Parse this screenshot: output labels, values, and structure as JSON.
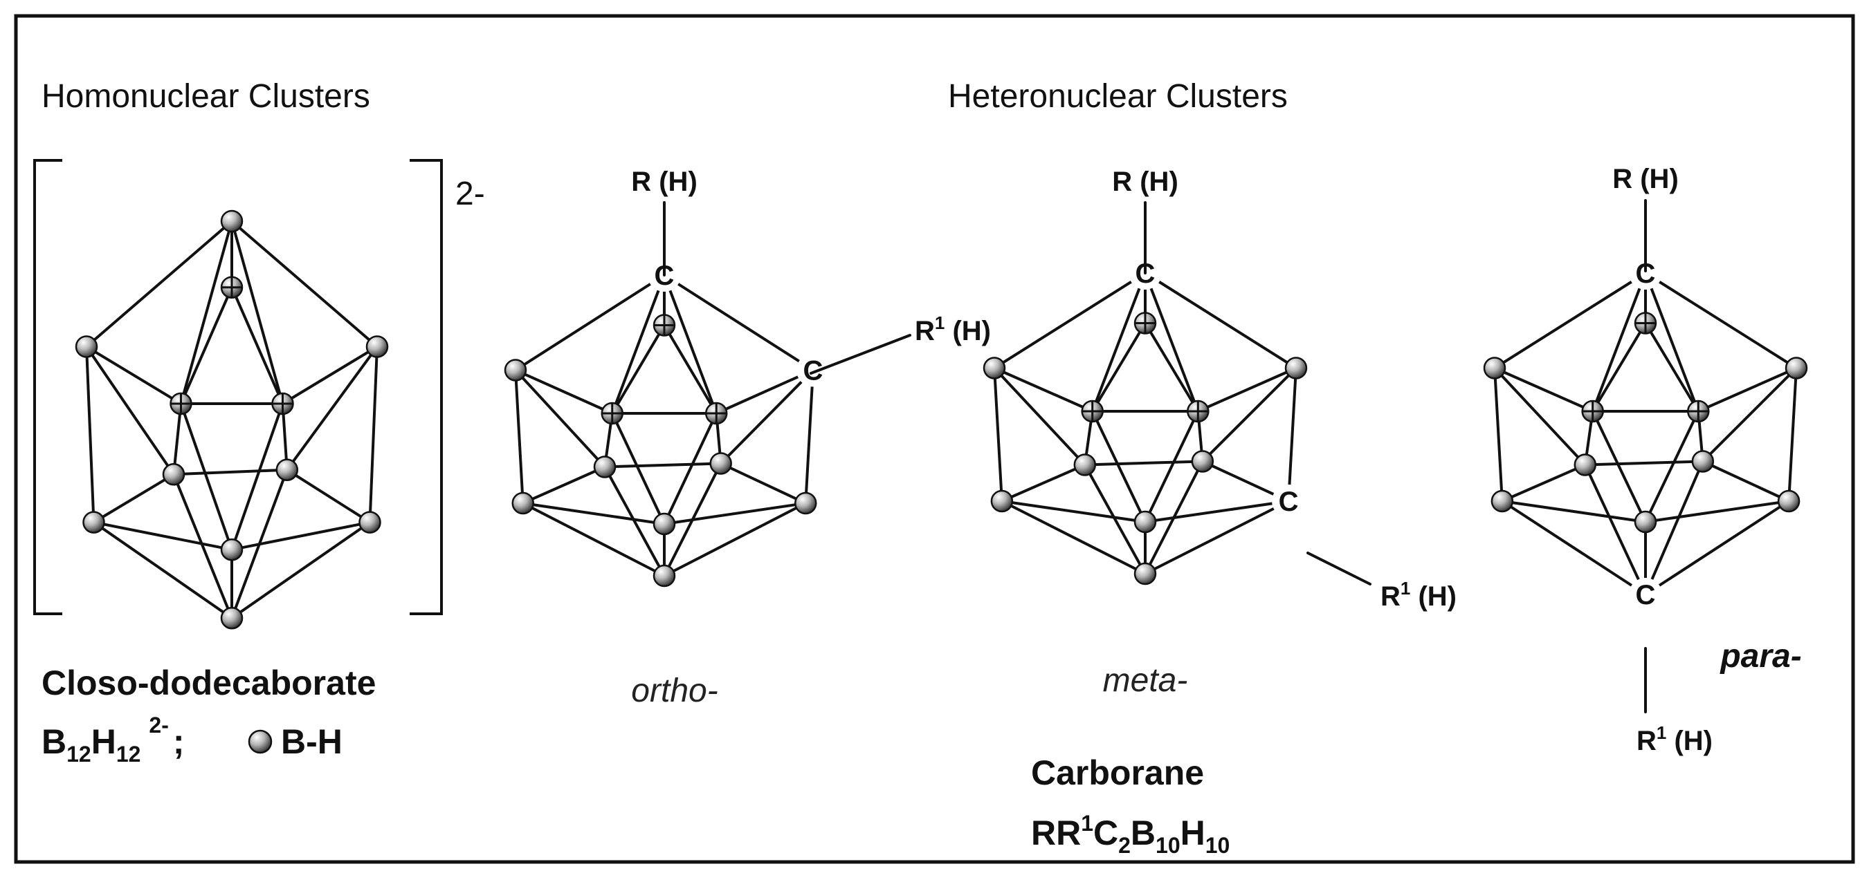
{
  "headers": {
    "homonuclear": "Homonuclear Clusters",
    "heteronuclear": "Heteronuclear Clusters"
  },
  "charge": "2-",
  "substituents": {
    "r": "R (H)",
    "r1_base": "R",
    "r1_sup": "1",
    "r1_tail": " (H)"
  },
  "carbon_symbol": "C",
  "captions": {
    "ortho": "ortho-",
    "meta": "meta-",
    "para": "para-"
  },
  "borate": {
    "name": "Closo-dodecaborate",
    "formula_b": "B",
    "formula_sub1": "12",
    "formula_h": "H",
    "formula_sub2": "12",
    "formula_charge": "2-",
    "legend_sep": ";",
    "legend_text": "B-H"
  },
  "carborane": {
    "name": "Carborane",
    "f1": "RR",
    "f1_sup": "1",
    "f2": "C",
    "f2_sub": "2",
    "f3": "B",
    "f3_sub": "10",
    "f4": "H",
    "f4_sub": "10"
  }
}
